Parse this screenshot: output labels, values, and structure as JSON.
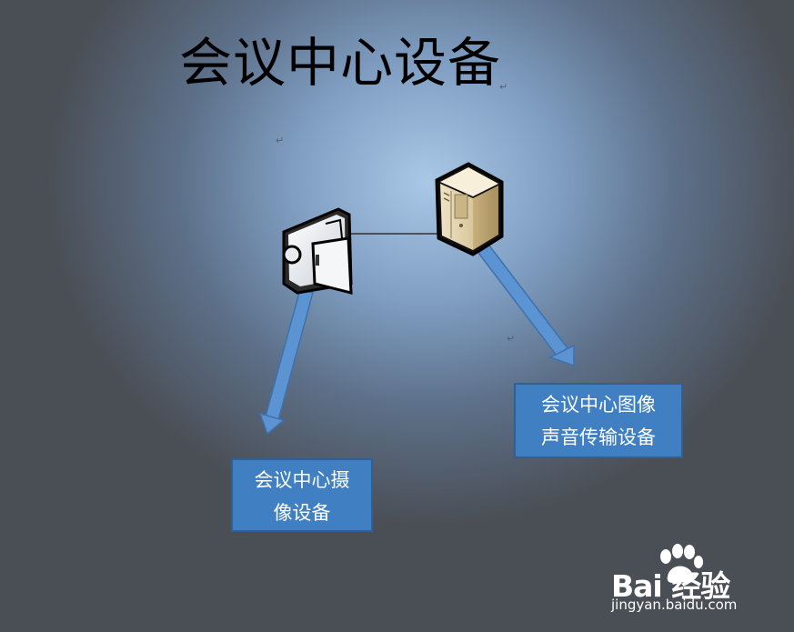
{
  "title": "会议中心设备",
  "labels": {
    "camera_line1": "会议中心摄",
    "camera_line2": "像设备",
    "av_line1": "会议中心图像",
    "av_line2": "声音传输设备"
  },
  "watermark": {
    "logo": "Bai 经验",
    "url": "jingyan.baidu.com"
  },
  "icons": {
    "camera": "video-camera-icon",
    "server": "server-tower-icon",
    "paw": "baidu-paw-icon"
  },
  "colors": {
    "box_fill": "#3f7fc2",
    "box_border": "#2f5f95",
    "arrow": "#5b93d3",
    "title": "#000000"
  }
}
